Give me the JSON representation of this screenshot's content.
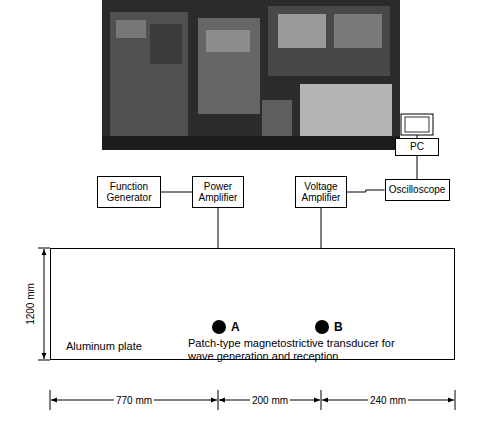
{
  "diagram": {
    "nodes": [
      {
        "text": [
          "PC"
        ]
      },
      {
        "text": [
          "Function Generator"
        ]
      },
      {
        "text": [
          "Power Amplifier"
        ]
      },
      {
        "text": [
          "Voltage Amplifier"
        ]
      },
      {
        "text": [
          "Oscilloscope"
        ]
      },
      {
        "text": [
          "Aluminum plate",
          "Patch-type magnetostrictive transducer for wave generation and reception"
        ]
      },
      {
        "text": [
          "A"
        ],
        "in": 5
      },
      {
        "text": [
          "B"
        ],
        "in": 5
      }
    ],
    "edges": [
      {
        "from": 1,
        "to": 2,
        "arrow": "none"
      },
      {
        "from": 2,
        "to": 6,
        "arrow": "none"
      },
      {
        "from": 3,
        "to": 7,
        "arrow": "none"
      },
      {
        "from": 3,
        "to": 4,
        "arrow": "none"
      },
      {
        "from": 4,
        "to": 0,
        "arrow": "none"
      }
    ],
    "labels": [
      "1200 mm",
      "770 mm",
      "200 mm",
      "240 mm"
    ]
  }
}
